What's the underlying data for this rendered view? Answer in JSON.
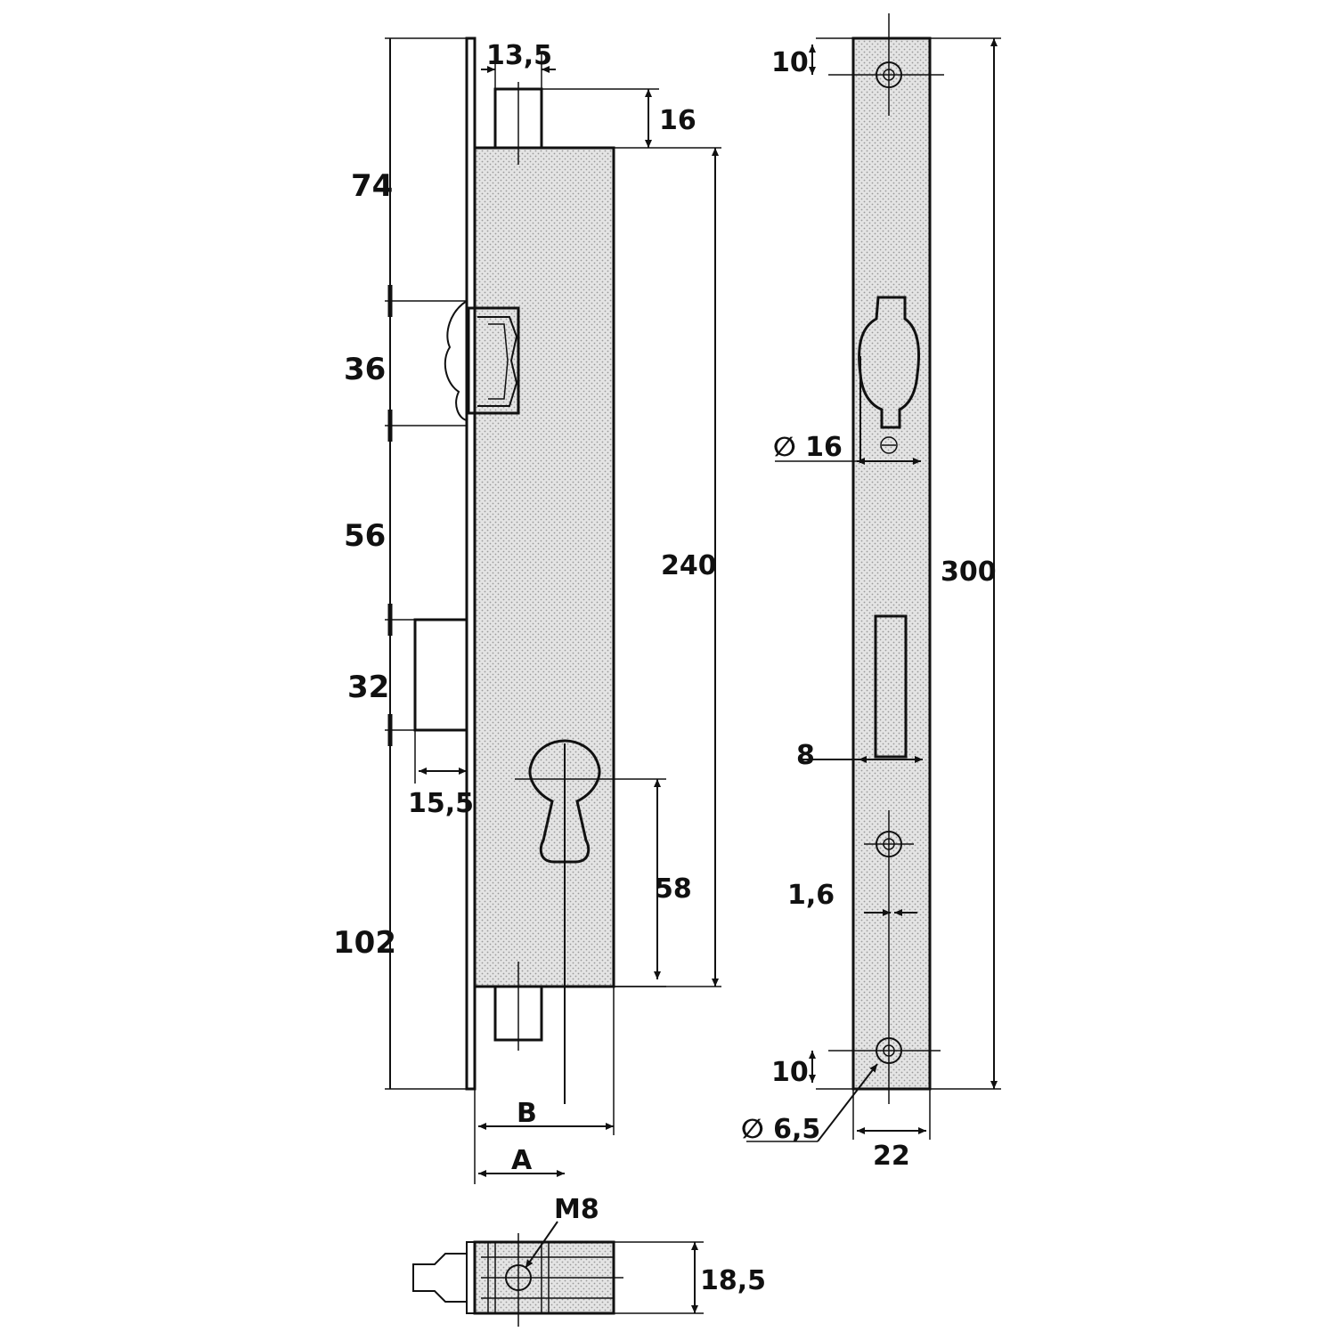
{
  "diagram": {
    "colors": {
      "line": "#111111",
      "fill": "#dcdcdc",
      "background": "#ffffff"
    },
    "front_view": {
      "left_dimensions": [
        "74",
        "36",
        "56",
        "32",
        "102"
      ],
      "top_width": "13,5",
      "top_height": "16",
      "body_height": "240",
      "latch_depth": "15,5",
      "cylinder_height": "58",
      "backset_b": "B",
      "backset_a": "A"
    },
    "faceplate_view": {
      "top_hole_offset": "10",
      "cylinder_diameter": "∅ 16",
      "total_height": "300",
      "slot_width": "8",
      "plate_thickness": "1,6",
      "bottom_hole_offset": "10",
      "hole_diameter": "∅ 6,5",
      "width": "22"
    },
    "bottom_view": {
      "thread": "M8",
      "depth": "18,5"
    }
  }
}
